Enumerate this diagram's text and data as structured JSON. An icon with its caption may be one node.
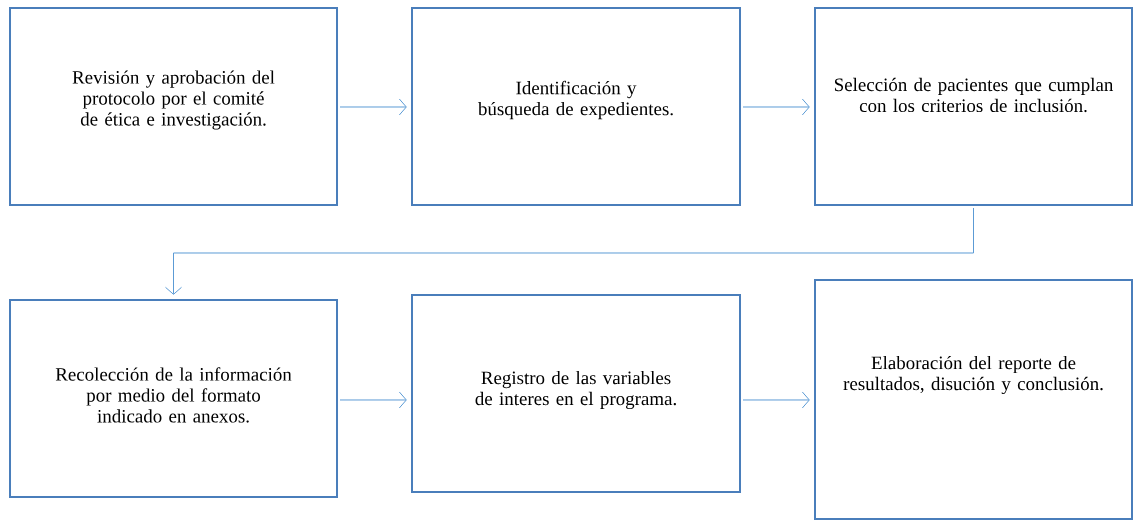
{
  "diagram": {
    "nodes": [
      {
        "text": [
          "Revisión y aprobación del protocolo por el comité de ética e investigación."
        ]
      },
      {
        "text": [
          "Identificación y búsqueda de expedientes."
        ]
      },
      {
        "text": [
          "Selección de pacientes que cumplan con los criterios de inclusión."
        ]
      },
      {
        "text": [
          "Recolección de la información por medio del formato indicado en anexos."
        ]
      },
      {
        "text": [
          "Registro de las variables de interes en el programa."
        ]
      },
      {
        "text": [
          "Elaboración del reporte de resultados, disución y conclusión."
        ]
      }
    ],
    "edges": [
      {
        "from": 0,
        "to": 1,
        "arrow": "to"
      },
      {
        "from": 1,
        "to": 2,
        "arrow": "to"
      },
      {
        "from": 2,
        "to": 3,
        "arrow": "to"
      },
      {
        "from": 3,
        "to": 4,
        "arrow": "to"
      },
      {
        "from": 4,
        "to": 5,
        "arrow": "to"
      }
    ]
  }
}
